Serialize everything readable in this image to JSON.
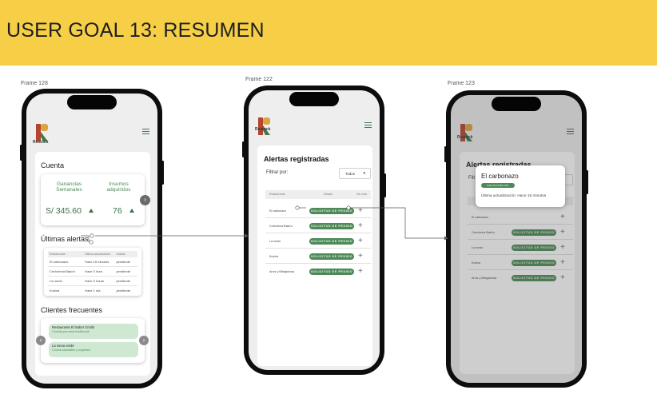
{
  "banner": {
    "title": "USER GOAL 13: RESUMEN"
  },
  "frames": {
    "f1": "Frame 128",
    "f2": "Frame 122",
    "f3": "Frame 123"
  },
  "app": {
    "brand": "Restock"
  },
  "phone1": {
    "account_title": "Cuenta",
    "earnings_label": "Ganancias Semanales",
    "earnings_value": "S/ 345.60",
    "supplies_label": "Insumos adquiridos",
    "supplies_value": "76",
    "alerts_title": "Últimas alertas",
    "alerts_columns": [
      "Restaurante",
      "Última actualización",
      "Estado"
    ],
    "alerts_rows": [
      [
        "El carbonazo",
        "Hace 15 minutos",
        "pendiente"
      ],
      [
        "Cevichería Bako's",
        "Hace 3 hora",
        "pendiente"
      ],
      [
        "La ruedo",
        "Hace 5 horas",
        "pendiente"
      ],
      [
        "Kusina",
        "Hace 1 día",
        "pendiente"
      ]
    ],
    "clients_title": "Clientes frecuentes",
    "clients": [
      {
        "name": "Restaurante El Sabor Criollo",
        "desc": "Comida peruana tradicional"
      },
      {
        "name": "La mesa verde",
        "desc": "Cocina saludable y orgánica"
      }
    ]
  },
  "phone2": {
    "title": "Alertas registradas",
    "filter_label": "Filtrar por:",
    "filter_value": "Todos",
    "columns": [
      "Restaurante",
      "Estado",
      "Ver más"
    ],
    "request_label": "SOLICITUD DE PEDIDO",
    "rows": [
      "El carbonazo",
      "Cevichería Bako's",
      "La ruedo",
      "Kusina",
      "Arroz y Bitegloriosa"
    ]
  },
  "phone3": {
    "title": "Alertas registradas",
    "filter_label": "Filt",
    "rows": [
      "El carbonazo",
      "Cevichería Bako's",
      "La ruedo",
      "Kusina",
      "Arroz y Bitegloriosa"
    ],
    "popup": {
      "title": "El carbonazo",
      "badge": "SOLICITUD DE PEDIDO",
      "update": "Última actualización: Hace 15 minutos"
    }
  },
  "colors": {
    "banner": "#f6cf47",
    "accent_green": "#4d8a58",
    "client_card": "#cfe8d2"
  }
}
